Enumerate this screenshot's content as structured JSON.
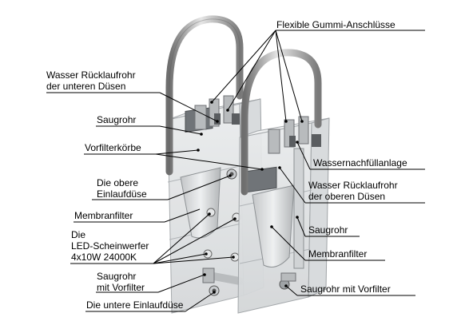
{
  "labels": {
    "flexible_rubber": "Flexible Gummi-Anschlüsse",
    "return_lower_1": "Wasser Rücklaufrohr",
    "return_lower_2": "der unteren Düsen",
    "saugrohr_left": "Saugrohr",
    "vorfilterkoerbe": "Vorfilterkörbe",
    "obere_einlauf_1": "Die obere",
    "obere_einlauf_2": "Einlaufdüse",
    "membranfilter_left": "Membranfilter",
    "led_1": "Die",
    "led_2": "LED-Scheinwerfer",
    "led_3": "4x10W 24000K",
    "saugrohr_vorfilter_left_1": "Saugrohr",
    "saugrohr_vorfilter_left_2": "mit Vorfilter",
    "untere_einlauf": "Die untere Einlaufdüse",
    "wassernachfuell": "Wassernachfüllanlage",
    "return_upper_1": "Wasser Rücklaufrohr",
    "return_upper_2": "der oberen Düsen",
    "saugrohr_right": "Saugrohr",
    "membranfilter_right": "Membranfilter",
    "saugrohr_vorfilter_right": "Saugrohr mit Vorfilter"
  }
}
